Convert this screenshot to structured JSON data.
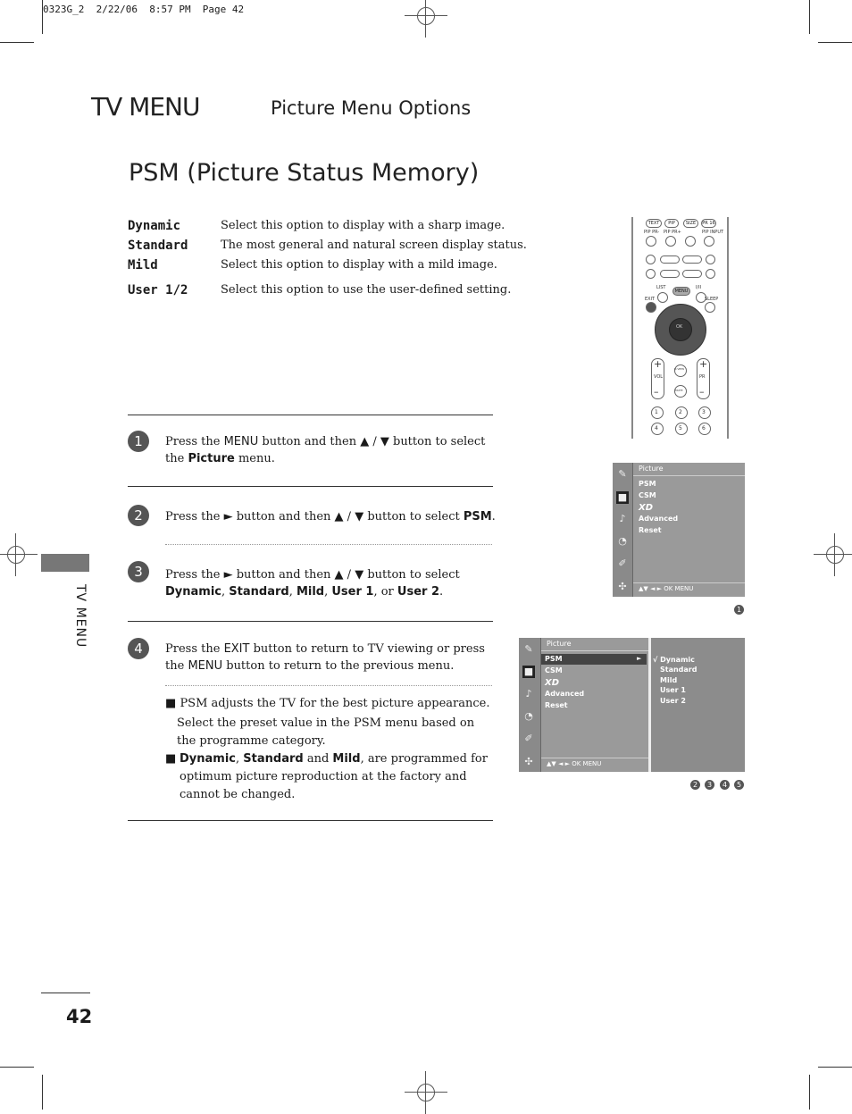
{
  "print_header": "0323G_2  2/22/06  8:57 PM  Page 42",
  "header": {
    "chapter": "TV MENU",
    "section": "Picture Menu Options"
  },
  "page_title": "PSM (Picture Status Memory)",
  "options": [
    {
      "term": "Dynamic",
      "desc": "Select this option to display with a sharp image."
    },
    {
      "term": "Standard",
      "desc": "The most general and natural screen display status."
    },
    {
      "term": "Mild",
      "desc": "Select this option to display with a mild image."
    },
    {
      "term": "User 1/2",
      "desc": "Select this option to use the user-defined setting."
    }
  ],
  "steps": {
    "s1": {
      "num": "1",
      "a": "Press the ",
      "menu": "MENU",
      "b": " button and then ",
      "arrows": "▲ / ▼",
      "c": " button to select the ",
      "picture": "Picture",
      "d": " menu."
    },
    "s2": {
      "num": "2",
      "a": "Press the ",
      "right": "►",
      "b": " button and then ",
      "arrows": "▲ / ▼",
      "c": " button to select ",
      "psm": "PSM",
      "d": "."
    },
    "s3": {
      "num": "3",
      "a": "Press the ",
      "right": "►",
      "b": " button and then ",
      "arrows": "▲ / ▼",
      "c": " button to select",
      "dynamic": "Dynamic",
      "comma1": ", ",
      "standard": "Standard",
      "comma2": ", ",
      "mild": "Mild",
      "comma3": ", ",
      "user1": "User 1",
      "or": ", or ",
      "user2": "User 2",
      "end": "."
    },
    "s4": {
      "num": "4",
      "a": "Press the ",
      "exit": "EXIT",
      "b": " button to return to TV viewing or press the ",
      "menu": "MENU",
      "c": " button to return to the previous menu."
    }
  },
  "notes": {
    "n1_bullet": "■",
    "n1_line1": "PSM adjusts the TV for the best picture appearance.",
    "n1_line2": "Select the preset value in the  PSM menu based on the programme  category.",
    "n2_bullet": "■",
    "n2_dynamic": "Dynamic",
    "n2_comma": ", ",
    "n2_standard": "Standard",
    "n2_and": " and ",
    "n2_mild": "Mild",
    "n2_rest": ", are programmed for optimum picture reproduction  at the factory and cannot be changed."
  },
  "side_tab": "TV MENU",
  "page_number": "42",
  "remote": {
    "top_pills": [
      "TEXT",
      "PIP",
      "SIZE",
      "PR 16"
    ],
    "row2_labels": [
      "PIP PR-",
      "PIP PR+",
      "",
      "PIP INPUT"
    ],
    "list": "LIST",
    "ixi": "I/II",
    "menu": "MENU",
    "exit": "EXIT",
    "sleep": "SLEEP",
    "ok": "OK",
    "vol": "VOL",
    "pr": "PR",
    "plus": "+",
    "minus": "–",
    "mute": "MUTE",
    "qview": "Q.VIEW",
    "digits": [
      "1",
      "2",
      "3",
      "4",
      "5",
      "6"
    ]
  },
  "osd1": {
    "title": "Picture",
    "items": [
      "PSM",
      "CSM",
      "XD",
      "Advanced",
      "Reset"
    ],
    "footer": "▲▼  ◄ ►  OK  MENU",
    "badge": "1"
  },
  "osd2": {
    "title": "Picture",
    "items": [
      "PSM",
      "CSM",
      "XD",
      "Advanced",
      "Reset"
    ],
    "arrow": "►",
    "footer": "▲▼  ◄ ►  OK  MENU",
    "submenu": [
      "√ Dynamic",
      "Standard",
      "Mild",
      "User 1",
      "User 2"
    ],
    "badges": [
      "2",
      "3",
      "4",
      "5"
    ]
  },
  "icons": [
    "picture-icon",
    "screen-icon",
    "sound-icon",
    "time-icon",
    "option-icon",
    "setup-icon"
  ]
}
